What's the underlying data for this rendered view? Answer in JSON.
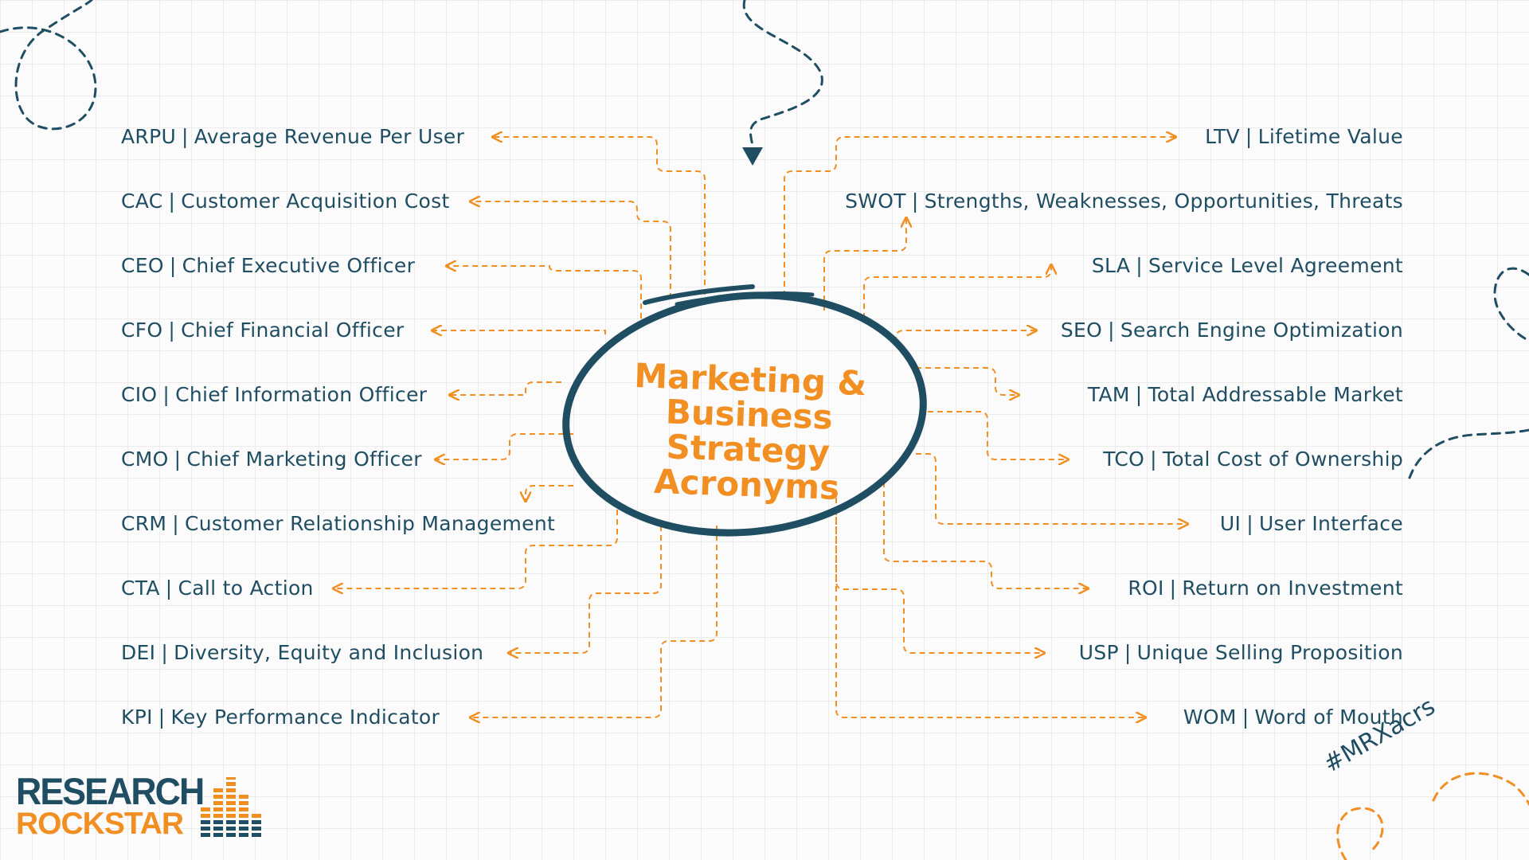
{
  "title": {
    "line1": "Marketing &",
    "line2": "Business Strategy",
    "line3": "Acronyms"
  },
  "left_terms": [
    {
      "acronym": "ARPU",
      "meaning": "Average Revenue Per User"
    },
    {
      "acronym": "CAC",
      "meaning": "Customer Acquisition Cost"
    },
    {
      "acronym": "CEO",
      "meaning": "Chief Executive Officer"
    },
    {
      "acronym": "CFO",
      "meaning": "Chief Financial Officer"
    },
    {
      "acronym": "CIO",
      "meaning": "Chief Information Officer"
    },
    {
      "acronym": "CMO",
      "meaning": "Chief Marketing Officer"
    },
    {
      "acronym": "CRM",
      "meaning": "Customer Relationship Management"
    },
    {
      "acronym": "CTA",
      "meaning": "Call to Action"
    },
    {
      "acronym": "DEI",
      "meaning": "Diversity, Equity and Inclusion"
    },
    {
      "acronym": "KPI",
      "meaning": "Key Performance Indicator"
    }
  ],
  "right_terms": [
    {
      "acronym": "LTV",
      "meaning": "Lifetime Value"
    },
    {
      "acronym": "SWOT",
      "meaning": "Strengths, Weaknesses, Opportunities, Threats"
    },
    {
      "acronym": "SLA",
      "meaning": "Service Level Agreement"
    },
    {
      "acronym": "SEO",
      "meaning": "Search Engine Optimization"
    },
    {
      "acronym": "TAM",
      "meaning": "Total Addressable Market"
    },
    {
      "acronym": "TCO",
      "meaning": "Total Cost of Ownership"
    },
    {
      "acronym": "UI",
      "meaning": "User Interface"
    },
    {
      "acronym": "ROI",
      "meaning": "Return on Investment"
    },
    {
      "acronym": "USP",
      "meaning": "Unique Selling Proposition"
    },
    {
      "acronym": "WOM",
      "meaning": "Word of Mouth"
    }
  ],
  "hashtag": "#MRXacrs",
  "logo": {
    "line1": "RESEARCH",
    "line2": "ROCKSTAR"
  },
  "colors": {
    "navy": "#1f4e63",
    "orange": "#f28f22",
    "background": "#fbfbfb"
  }
}
